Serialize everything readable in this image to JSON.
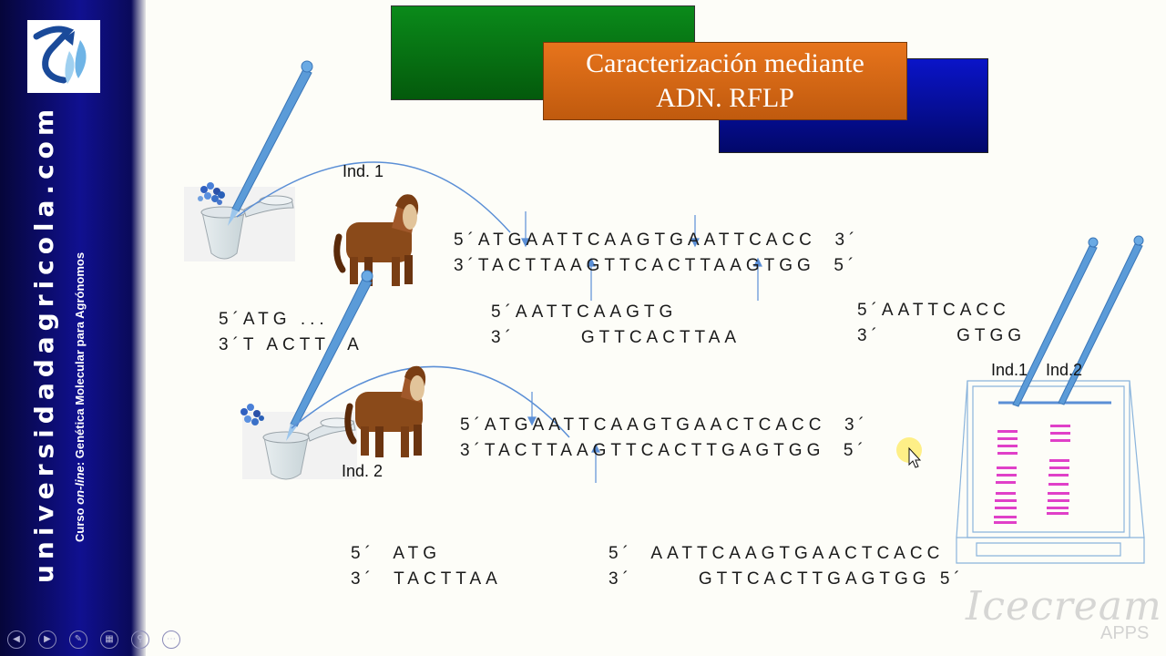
{
  "sidebar": {
    "site": "universidadagricola.com",
    "course_prefix": "Curso ",
    "course_italic": "on-line",
    "course_suffix": ": Genética Molecular para Agrónomos"
  },
  "title": {
    "line1": "Caracterización mediante",
    "line2": "ADN. RFLP"
  },
  "labels": {
    "ind1": "Ind. 1",
    "ind2": "Ind. 2",
    "gel_ind1": "Ind.1",
    "gel_ind2": "Ind.2"
  },
  "ind1_seq": {
    "top": "5´ATGAATTCAAGTGAATTCACC  3´",
    "bottom": "3´TACTTAAGTTCACTTAAGTGG  5´"
  },
  "ind1_fragments": {
    "left_top": "5´ATG ...",
    "left_bottom": "3´T ACTT  A",
    "mid_top": "5´AATTCAAGTG",
    "mid_bottom": "3´       GTTCACTTAA",
    "right_top": "5´AATTCACC",
    "right_bottom": "3´        GTGG"
  },
  "ind2_seq": {
    "top": "5´ATGAATTCAAGTGAACTCACC  3´",
    "bottom": "3´TACTTAAGTTCACTTGAGTGG  5´"
  },
  "ind2_fragments": {
    "left_top": "5´  ATG",
    "left_bottom": "3´  TACTTAA",
    "right_top": "5´  AATTCAAGTGAACTCACC",
    "right_bottom": "3´       GTTCACTTGAGTGG 5´"
  },
  "watermark": {
    "brand": "Icecream",
    "apps": "APPS"
  },
  "colors": {
    "title_bg": "#d4661a",
    "green_bg": "#0a8a1a",
    "blue_bg": "#0a14c8",
    "gel_band": "#e040c8",
    "arrow": "#5b8fd6"
  },
  "icons": {
    "pipette": "pipette-icon",
    "tube": "microtube-icon",
    "horse": "horse-icon",
    "cursor": "mouse-cursor-icon"
  }
}
